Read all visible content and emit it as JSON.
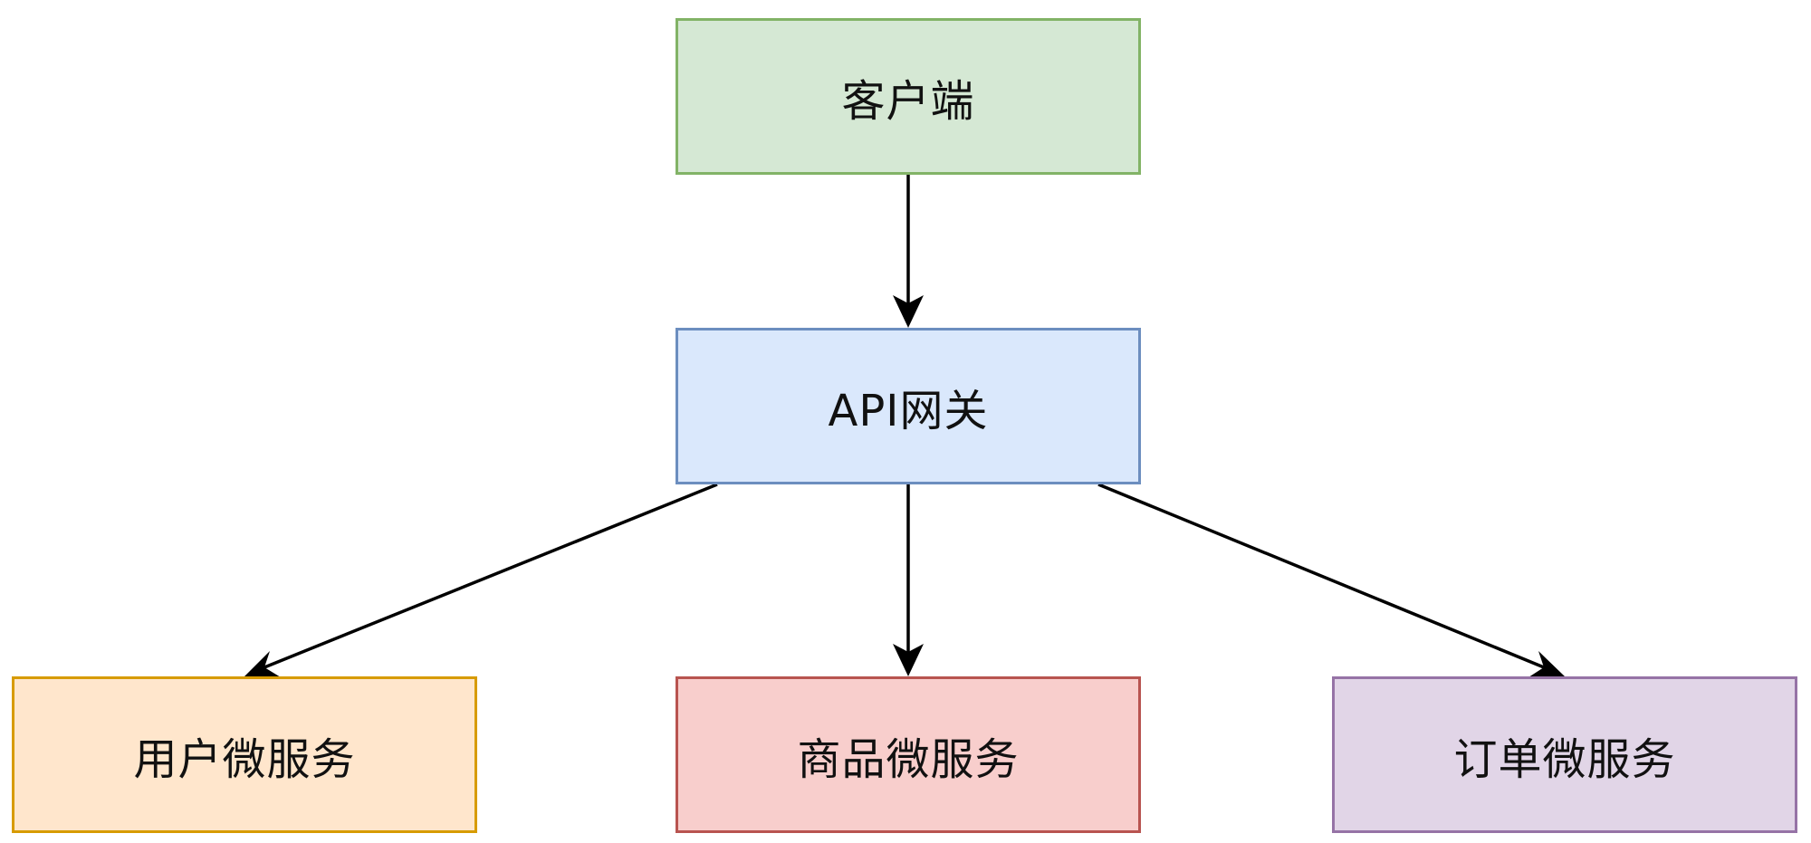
{
  "nodes": {
    "client": {
      "label": "客户端",
      "fill": "#d5e8d4",
      "stroke": "#82b366"
    },
    "gateway": {
      "label": "API网关",
      "fill": "#dae8fc",
      "stroke": "#6c8ebf"
    },
    "user_service": {
      "label": "用户微服务",
      "fill": "#ffe6cc",
      "stroke": "#d79b00"
    },
    "product_service": {
      "label": "商品微服务",
      "fill": "#f8cecc",
      "stroke": "#b85450"
    },
    "order_service": {
      "label": "订单微服务",
      "fill": "#e1d5e7",
      "stroke": "#9673a6"
    }
  },
  "edges": [
    {
      "from": "client",
      "to": "gateway"
    },
    {
      "from": "gateway",
      "to": "user_service"
    },
    {
      "from": "gateway",
      "to": "product_service"
    },
    {
      "from": "gateway",
      "to": "order_service"
    }
  ],
  "colors": {
    "edge": "#000000",
    "background": "#ffffff"
  }
}
